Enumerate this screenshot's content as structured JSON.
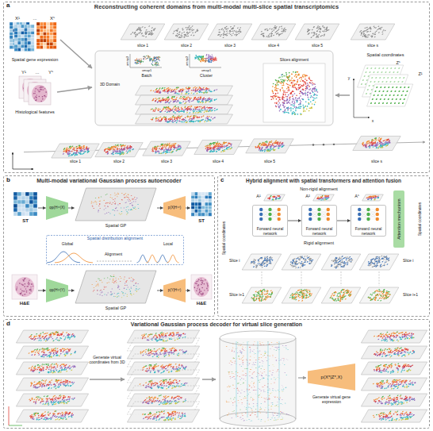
{
  "diagram": {
    "nodes": [
      {
        "text": [
          "Reconstructing coherent domains from multi-modal multi-slice spatial transcriptomics"
        ]
      },
      {
        "text": [
          "Multi-modal variational Gaussian process autoencoder"
        ]
      },
      {
        "text": [
          "Hybrid alignment with spatial transformers and attention fusion"
        ]
      },
      {
        "text": [
          "Variational Gaussian process decoder for virtual slice generation"
        ]
      },
      {
        "text": [
          "ST"
        ],
        "in": 1
      },
      {
        "text": [
          "qφ(H⁽ˣ⁾|X)"
        ],
        "in": 1
      },
      {
        "text": [
          "Spatial GP"
        ],
        "in": 1
      },
      {
        "text": [
          "p(X|H⁽ˣ⁾)"
        ],
        "in": 1
      },
      {
        "text": [
          "ST"
        ],
        "in": 1
      },
      {
        "text": [
          "H&E"
        ],
        "in": 1
      },
      {
        "text": [
          "qφ(H⁽ʸ⁾|Y)"
        ],
        "in": 1
      },
      {
        "text": [
          "Spatial GP"
        ],
        "in": 1
      },
      {
        "text": [
          "p(Y|H⁽ʸ⁾)"
        ],
        "in": 1
      },
      {
        "text": [
          "H&E"
        ],
        "in": 1
      },
      {
        "text": [
          "Spatial distribution alignment"
        ],
        "in": 1
      },
      {
        "text": [
          "Forward neural network"
        ],
        "in": 2
      },
      {
        "text": [
          "Forward neural network"
        ],
        "in": 2
      },
      {
        "text": [
          "Forward neural network"
        ],
        "in": 2
      },
      {
        "text": [
          "Attention mechanism"
        ],
        "in": 2
      },
      {
        "text": [
          "p(X*|Z*,X)"
        ],
        "in": 3
      }
    ],
    "edges": [
      {
        "from": 4,
        "to": 5,
        "arrow": "to"
      },
      {
        "from": 5,
        "to": 6,
        "arrow": "to"
      },
      {
        "from": 6,
        "to": 7,
        "arrow": "to"
      },
      {
        "from": 7,
        "to": 8,
        "arrow": "to"
      },
      {
        "from": 9,
        "to": 10,
        "arrow": "to"
      },
      {
        "from": 10,
        "to": 11,
        "arrow": "to"
      },
      {
        "from": 11,
        "to": 12,
        "arrow": "to"
      },
      {
        "from": 12,
        "to": 13,
        "arrow": "to"
      },
      {
        "from": 15,
        "to": 16,
        "arrow": "to"
      },
      {
        "from": 16,
        "to": 17,
        "arrow": "to"
      }
    ],
    "labels": [
      "a",
      "X¹",
      "...",
      "Xˢ",
      "Spatial gene expression",
      "Y¹",
      "...",
      "Yˢ",
      "Histological features",
      "slice 1",
      "slice 2",
      "slice 3",
      "slice 4",
      "slice 5",
      "slice s",
      "Batch",
      "Cluster",
      "umap1",
      "umap2",
      "umap1",
      "umap2",
      "3D Domain",
      "Slices alignment",
      "Spatial coordinates",
      "Zˢ",
      "Z¹",
      "y",
      "x",
      "slice 1",
      "slice 2",
      "slice 3",
      "slice 4",
      "slice 5",
      "slice s",
      "b",
      "Global",
      "Alignment",
      "Local",
      "c",
      "Non-rigid alignment",
      "A¹",
      "A²",
      "Aˢ",
      "Rigid alignment",
      "Slice i",
      "Slice i+1",
      "Slice i",
      "Slice i+1",
      "Spatial coordinates",
      "Spatial coordinates",
      "d",
      "Generate virtual coordinates from 3D",
      "Generate virtual gene expression"
    ]
  }
}
